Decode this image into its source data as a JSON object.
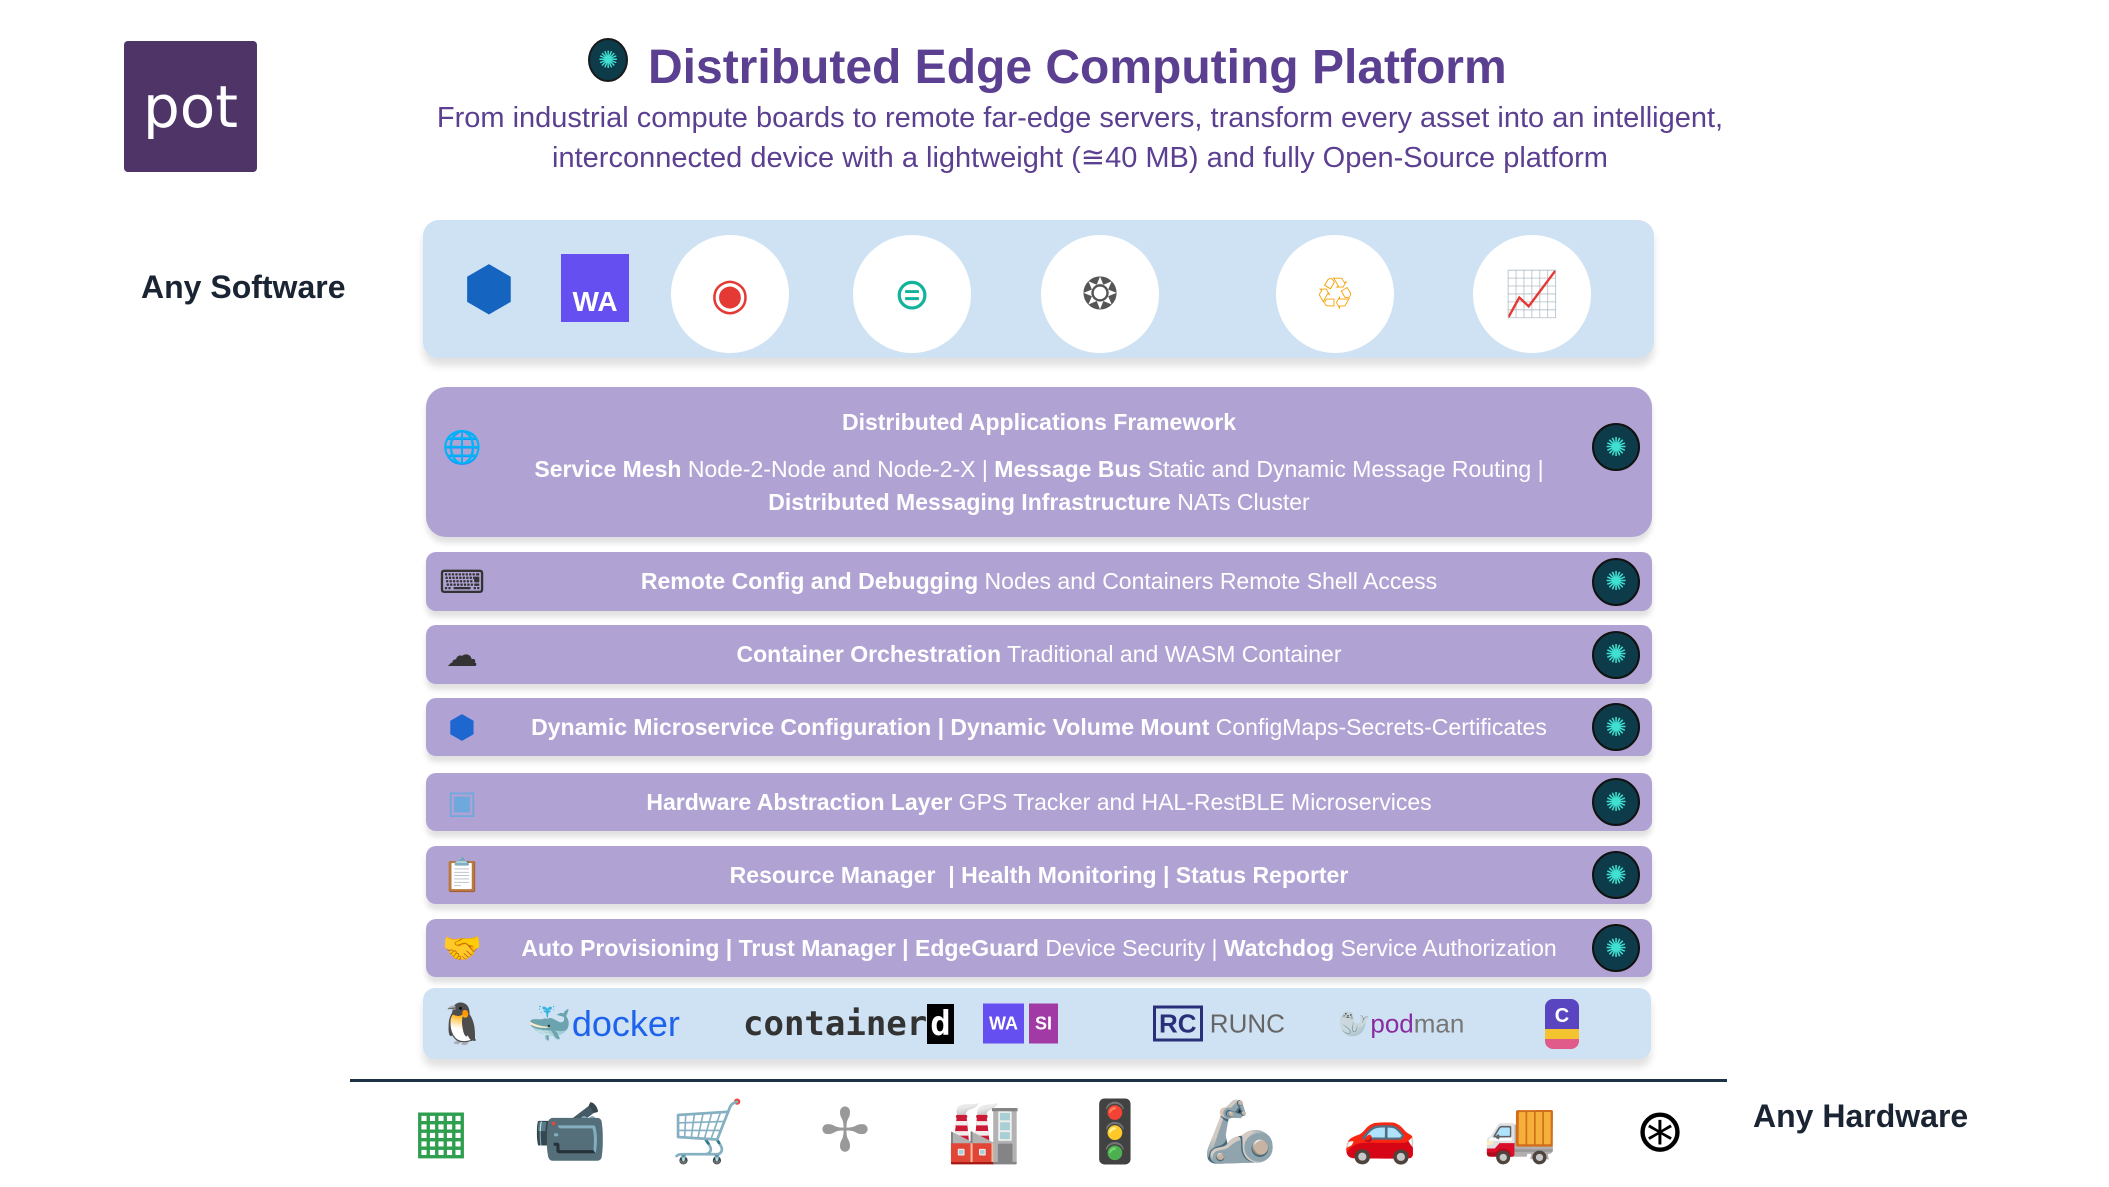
{
  "logo": "pot",
  "title": "Distributed Edge Computing Platform",
  "subtitle": [
    "From industrial compute boards to remote far-edge servers, transform every asset into an intelligent,",
    "interconnected device with a lightweight (≅40 MB) and fully Open-Source platform"
  ],
  "any_software": "Any Software",
  "any_hardware": "Any Hardware",
  "software_icons": [
    "cube-cluster-icon",
    "webassembly-icon",
    "eye-target-icon",
    "chat-search-icon",
    "brain-icon",
    "cycle-icon",
    "line-chart-icon"
  ],
  "wa_label": "WA",
  "framework": {
    "title": "Distributed Applications Framework",
    "l1b": "Service Mesh",
    "l1": " Node-2-Node and Node-2-X | ",
    "l1b2": "Message Bus",
    "l1c": " Static and Dynamic Message Routing |",
    "l2b": "Distributed Messaging Infrastructure",
    "l2": " NATs Cluster"
  },
  "rows": [
    {
      "b": "Remote Config and Debugging",
      "t": " Nodes and Containers Remote Shell Access"
    },
    {
      "b": "Container Orchestration",
      "t": " Traditional and WASM Container"
    },
    {
      "b": "Dynamic Microservice Configuration | Dynamic Volume Mount",
      "t": " ConfigMaps-Secrets-Certificates"
    },
    {
      "b": "Hardware Abstraction Layer",
      "t": " GPS Tracker and HAL-RestBLE Microservices"
    },
    {
      "b": "Resource Manager  | Health Monitoring | Status Reporter",
      "t": ""
    },
    {
      "b": "Auto Provisioning | Trust Manager | EdgeGuard",
      "t": " Device Security | ",
      "b2": "Watchdog",
      "t2": " Service Authorization"
    }
  ],
  "runtimes": {
    "docker": "docker",
    "containerd": "container",
    "containerd_d": "d",
    "wa": "WA",
    "si": "SI",
    "runc_badge": "RC",
    "runc": "RUNC",
    "pod": "pod",
    "man": "man",
    "c": "C"
  },
  "hardware": [
    "circuit-board-icon",
    "security-camera-icon",
    "robot-cart-icon",
    "wind-turbine-icon",
    "factory-conveyor-icon",
    "traffic-light-icon",
    "robot-arm-icon",
    "car-icon",
    "truck-icon",
    "gpu-icon"
  ],
  "colors": {
    "purple": "#5b3f91",
    "row": "#b0a3d4",
    "band": "#cfe2f3",
    "logo": "#4f3468"
  }
}
